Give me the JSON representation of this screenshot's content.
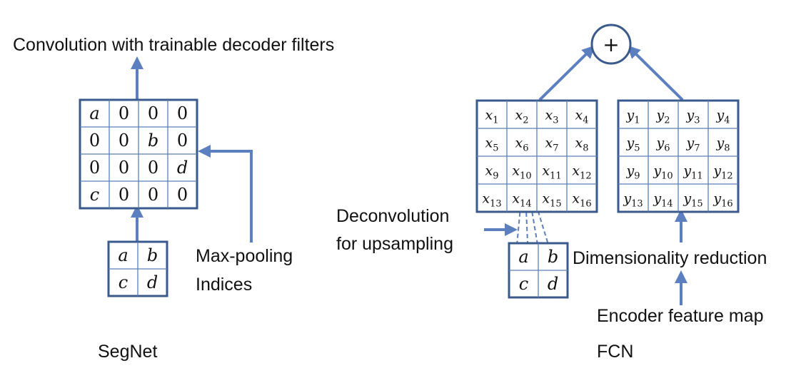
{
  "segnet": {
    "title": "SegNet",
    "top_label": "Convolution with trainable decoder filters",
    "side_label_line1": "Max-pooling",
    "side_label_line2": "Indices",
    "upsampled_grid": [
      [
        "a",
        "0",
        "0",
        "0"
      ],
      [
        "0",
        "0",
        "b",
        "0"
      ],
      [
        "0",
        "0",
        "0",
        "d"
      ],
      [
        "c",
        "0",
        "0",
        "0"
      ]
    ],
    "pooled_grid": [
      [
        "a",
        "b"
      ],
      [
        "c",
        "d"
      ]
    ]
  },
  "fcn": {
    "title": "FCN",
    "plus_symbol": "+",
    "deconv_label_line1": "Deconvolution",
    "deconv_label_line2": "for upsampling",
    "dim_label": "Dimensionality reduction",
    "encoder_label": "Encoder feature map",
    "x_grid": [
      [
        "x",
        "1"
      ],
      [
        "x",
        "2"
      ],
      [
        "x",
        "3"
      ],
      [
        "x",
        "4"
      ],
      [
        "x",
        "5"
      ],
      [
        "x",
        "6"
      ],
      [
        "x",
        "7"
      ],
      [
        "x",
        "8"
      ],
      [
        "x",
        "9"
      ],
      [
        "x",
        "10"
      ],
      [
        "x",
        "11"
      ],
      [
        "x",
        "12"
      ],
      [
        "x",
        "13"
      ],
      [
        "x",
        "14"
      ],
      [
        "x",
        "15"
      ],
      [
        "x",
        "16"
      ]
    ],
    "y_grid": [
      [
        "y",
        "1"
      ],
      [
        "y",
        "2"
      ],
      [
        "y",
        "3"
      ],
      [
        "y",
        "4"
      ],
      [
        "y",
        "5"
      ],
      [
        "y",
        "6"
      ],
      [
        "y",
        "7"
      ],
      [
        "y",
        "8"
      ],
      [
        "y",
        "9"
      ],
      [
        "y",
        "10"
      ],
      [
        "y",
        "11"
      ],
      [
        "y",
        "12"
      ],
      [
        "y",
        "13"
      ],
      [
        "y",
        "14"
      ],
      [
        "y",
        "15"
      ],
      [
        "y",
        "16"
      ]
    ],
    "small_grid": [
      [
        "a",
        "b"
      ],
      [
        "c",
        "d"
      ]
    ]
  },
  "colors": {
    "grid_border": "#3a5a8c",
    "grid_inner": "#5b7fb8",
    "arrow": "#5b7fbf",
    "text": "#111111"
  }
}
